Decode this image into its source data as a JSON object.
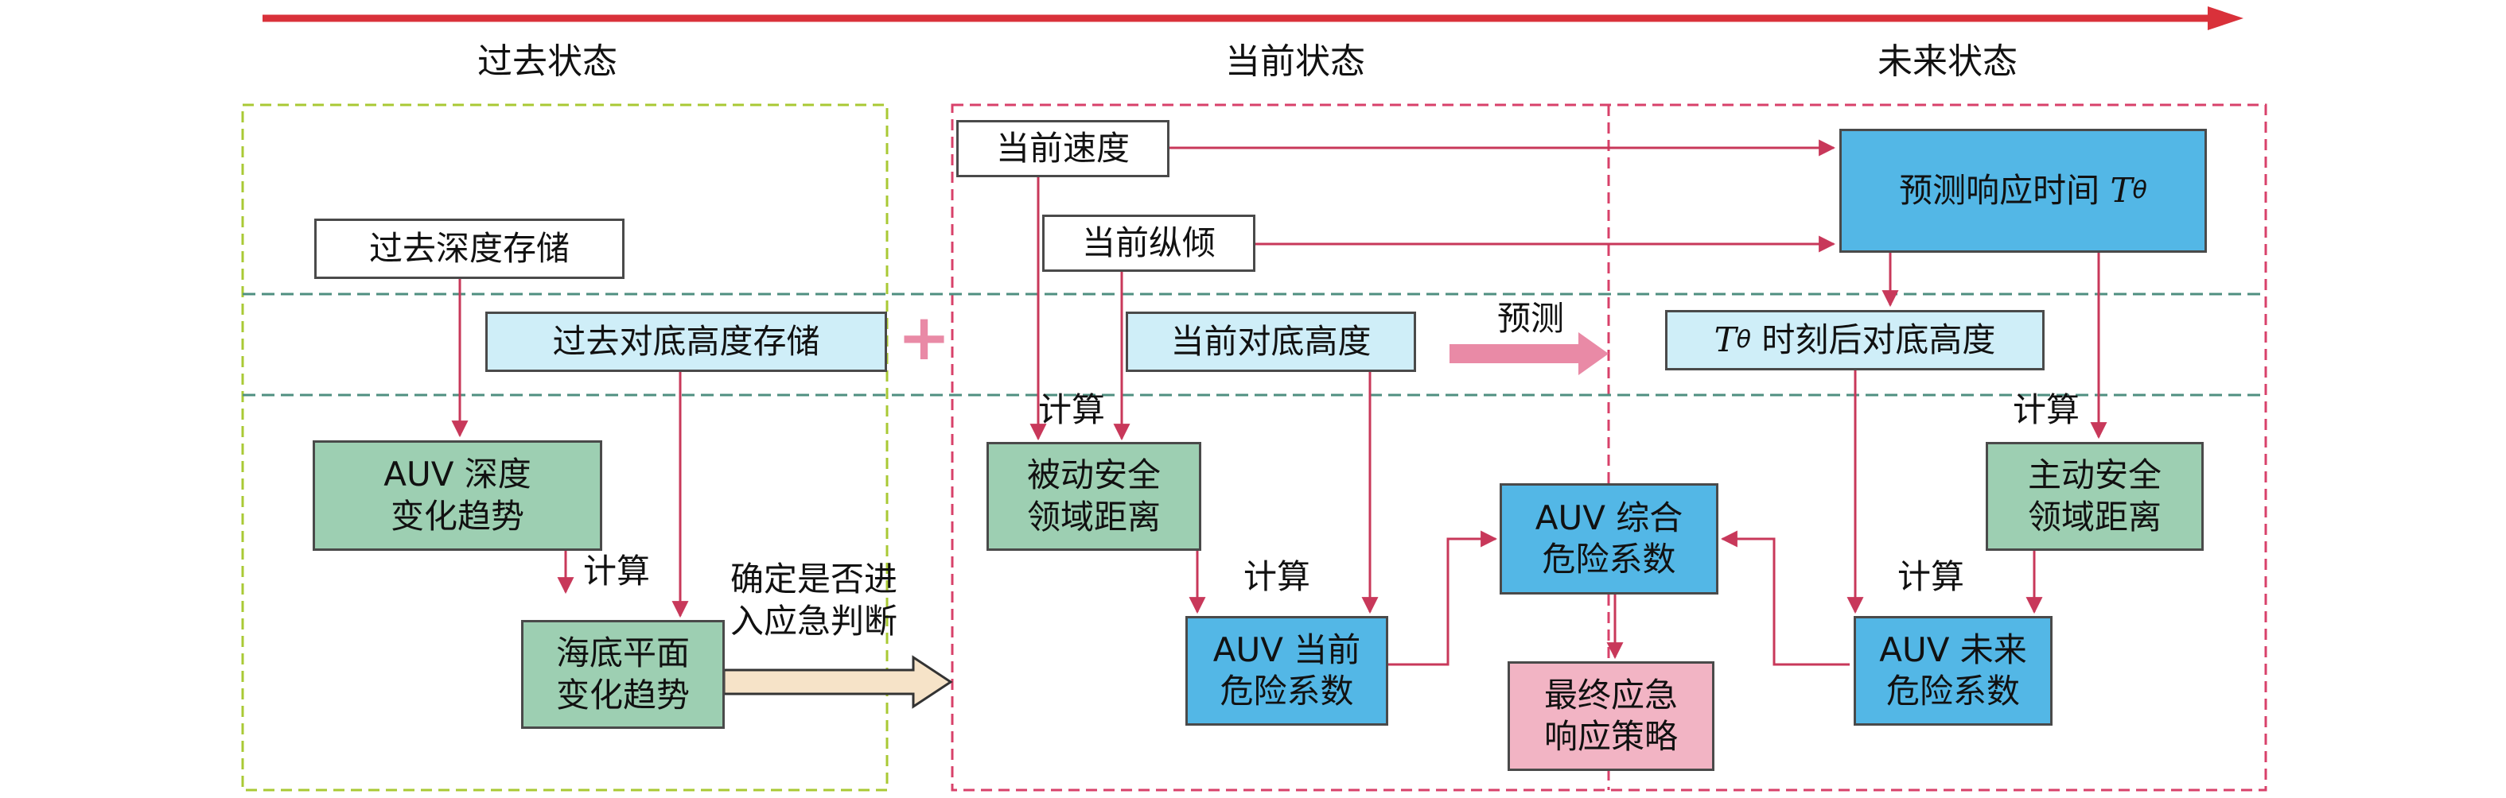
{
  "sections": {
    "past": "过去状态",
    "current": "当前状态",
    "future": "未来状态"
  },
  "boxes": {
    "past_depth": "过去深度存储",
    "past_altitude": "过去对底高度存储",
    "auv_depth_trend": "AUV 深度\n变化趋势",
    "seabed_trend": "海底平面\n变化趋势",
    "current_speed": "当前速度",
    "current_pitch": "当前纵倾",
    "current_altitude": "当前对底高度",
    "passive_domain": "被动安全\n领域距离",
    "auv_current_risk": "AUV 当前\n危险系数",
    "auv_overall_risk": "AUV 综合\n危险系数",
    "final_strategy": "最终应急\n响应策略",
    "predicted_response_time": "预测响应时间",
    "predicted_response_symbol": "T",
    "predicted_response_sub": "θ",
    "future_altitude_symbol": "T",
    "future_altitude_sub": "θ",
    "future_altitude_text": " 时刻后对底高度",
    "active_domain": "主动安全\n领域距离",
    "auv_future_risk": "AUV 未来\n危险系数"
  },
  "labels": {
    "compute_1": "计算",
    "compute_2": "计算",
    "compute_3": "计算",
    "compute_4": "计算",
    "compute_5": "计算",
    "predict": "预测",
    "decide": "确定是否进\n入应急判断",
    "plus": "+"
  },
  "colors": {
    "timeline": "#d9313a",
    "arrow": "#c8385a",
    "green_dash": "#a9c934",
    "pink_dash": "#d8416a",
    "teal_dash": "#4f8f80",
    "predict_arrow": "#e98aa6",
    "decide_arrow": "#f6e3c8"
  }
}
